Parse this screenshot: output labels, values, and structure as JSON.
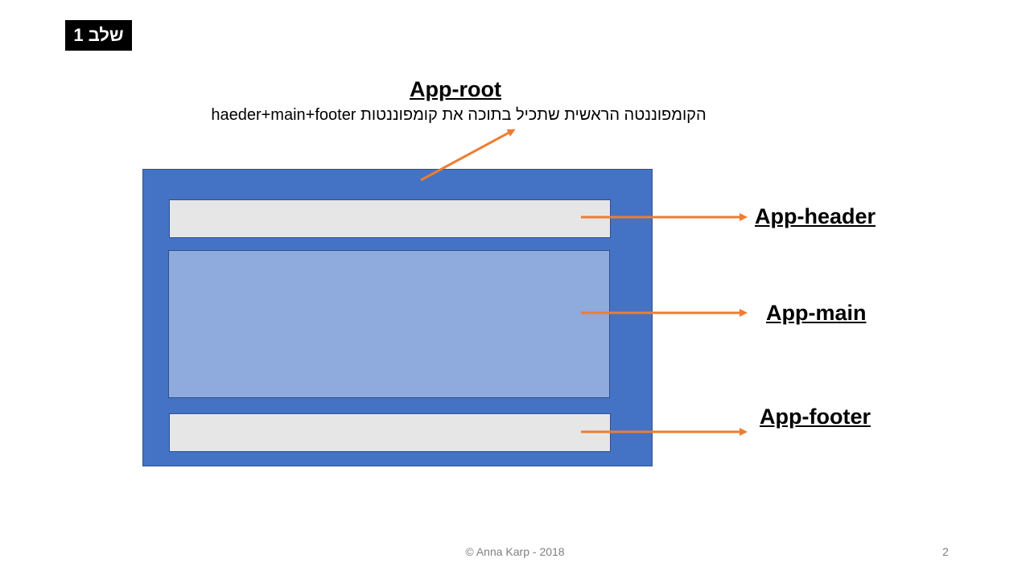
{
  "slide": {
    "step_badge": "שלב 1",
    "page_number": "2",
    "copyright": "© Anna Karp - 2018"
  },
  "diagram": {
    "root": {
      "title": "App-root",
      "description": "הקומפוננטה הראשית שתכיל בתוכה את קומפוננטות haeder+main+footer"
    },
    "components": [
      {
        "label": "App-header"
      },
      {
        "label": "App-main"
      },
      {
        "label": "App-footer"
      }
    ],
    "colors": {
      "root_box": "#4472c4",
      "header_box": "#e7e6e6",
      "main_box": "#8faadc",
      "footer_box": "#e7e6e6",
      "arrow": "#ed7d31"
    }
  }
}
